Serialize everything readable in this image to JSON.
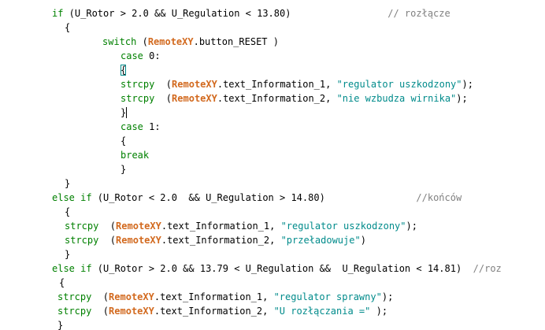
{
  "editor": {
    "lines": [
      [
        {
          "t": "kw",
          "v": "if"
        },
        {
          "t": "op",
          "v": " (U_Rotor > 2.0 && U_Regulation < 13.80)"
        },
        {
          "t": "cmt",
          "v": "                 // rozłącze"
        }
      ],
      [
        {
          "t": "op",
          "v": "{"
        }
      ],
      [
        {
          "t": "kw",
          "v": "switch"
        },
        {
          "t": "op",
          "v": " ("
        },
        {
          "t": "obj",
          "v": "RemoteXY"
        },
        {
          "t": "op",
          "v": ".button_RESET )"
        }
      ],
      [
        {
          "t": "kw",
          "v": "case"
        },
        {
          "t": "op",
          "v": " 0:"
        }
      ],
      [
        {
          "t": "op",
          "v": "{",
          "hl": true
        }
      ],
      [
        {
          "t": "kw",
          "v": "strcpy"
        },
        {
          "t": "op",
          "v": "  ("
        },
        {
          "t": "obj",
          "v": "RemoteXY"
        },
        {
          "t": "op",
          "v": ".text_Information_1, "
        },
        {
          "t": "str",
          "v": "\"regulator uszkodzony\""
        },
        {
          "t": "op",
          "v": ");"
        }
      ],
      [
        {
          "t": "kw",
          "v": "strcpy"
        },
        {
          "t": "op",
          "v": "  ("
        },
        {
          "t": "obj",
          "v": "RemoteXY"
        },
        {
          "t": "op",
          "v": ".text_Information_2, "
        },
        {
          "t": "str",
          "v": "\"nie wzbudza wirnika\""
        },
        {
          "t": "op",
          "v": ");"
        }
      ],
      [
        {
          "t": "op",
          "v": "}"
        }
      ],
      [
        {
          "t": "kw",
          "v": "case"
        },
        {
          "t": "op",
          "v": " 1:"
        }
      ],
      [
        {
          "t": "op",
          "v": "{"
        }
      ],
      [
        {
          "t": "kw",
          "v": "break"
        }
      ],
      [
        {
          "t": "op",
          "v": "}"
        }
      ],
      [
        {
          "t": "op",
          "v": "}"
        }
      ],
      [
        {
          "t": "kw",
          "v": "else if"
        },
        {
          "t": "op",
          "v": " (U_Rotor < 2.0  && U_Regulation > 14.80)"
        },
        {
          "t": "cmt",
          "v": "                //końców"
        }
      ],
      [
        {
          "t": "op",
          "v": "{"
        }
      ],
      [
        {
          "t": "kw",
          "v": "strcpy"
        },
        {
          "t": "op",
          "v": "  ("
        },
        {
          "t": "obj",
          "v": "RemoteXY"
        },
        {
          "t": "op",
          "v": ".text_Information_1, "
        },
        {
          "t": "str",
          "v": "\"regulator uszkodzony\""
        },
        {
          "t": "op",
          "v": ");"
        }
      ],
      [
        {
          "t": "kw",
          "v": "strcpy"
        },
        {
          "t": "op",
          "v": "  ("
        },
        {
          "t": "obj",
          "v": "RemoteXY"
        },
        {
          "t": "op",
          "v": ".text_Information_2, "
        },
        {
          "t": "str",
          "v": "\"przeładowuje\""
        },
        {
          "t": "op",
          "v": ")"
        }
      ],
      [
        {
          "t": "op",
          "v": "}"
        }
      ],
      [
        {
          "t": "kw",
          "v": "else if"
        },
        {
          "t": "op",
          "v": " (U_Rotor > 2.0 && 13.79 < U_Regulation &&  U_Regulation < 14.81)  "
        },
        {
          "t": "cmt",
          "v": "//roz"
        }
      ],
      [
        {
          "t": "op",
          "v": "{"
        }
      ],
      [
        {
          "t": "kw",
          "v": "strcpy"
        },
        {
          "t": "op",
          "v": "  ("
        },
        {
          "t": "obj",
          "v": "RemoteXY"
        },
        {
          "t": "op",
          "v": ".text_Information_1, "
        },
        {
          "t": "str",
          "v": "\"regulator sprawny\""
        },
        {
          "t": "op",
          "v": ");"
        }
      ],
      [
        {
          "t": "kw",
          "v": "strcpy"
        },
        {
          "t": "op",
          "v": "  ("
        },
        {
          "t": "obj",
          "v": "RemoteXY"
        },
        {
          "t": "op",
          "v": ".text_Information_2, "
        },
        {
          "t": "str",
          "v": "\"U rozłączania =\""
        },
        {
          "t": "op",
          "v": " );"
        }
      ],
      [
        {
          "t": "op",
          "v": "}"
        }
      ]
    ]
  }
}
